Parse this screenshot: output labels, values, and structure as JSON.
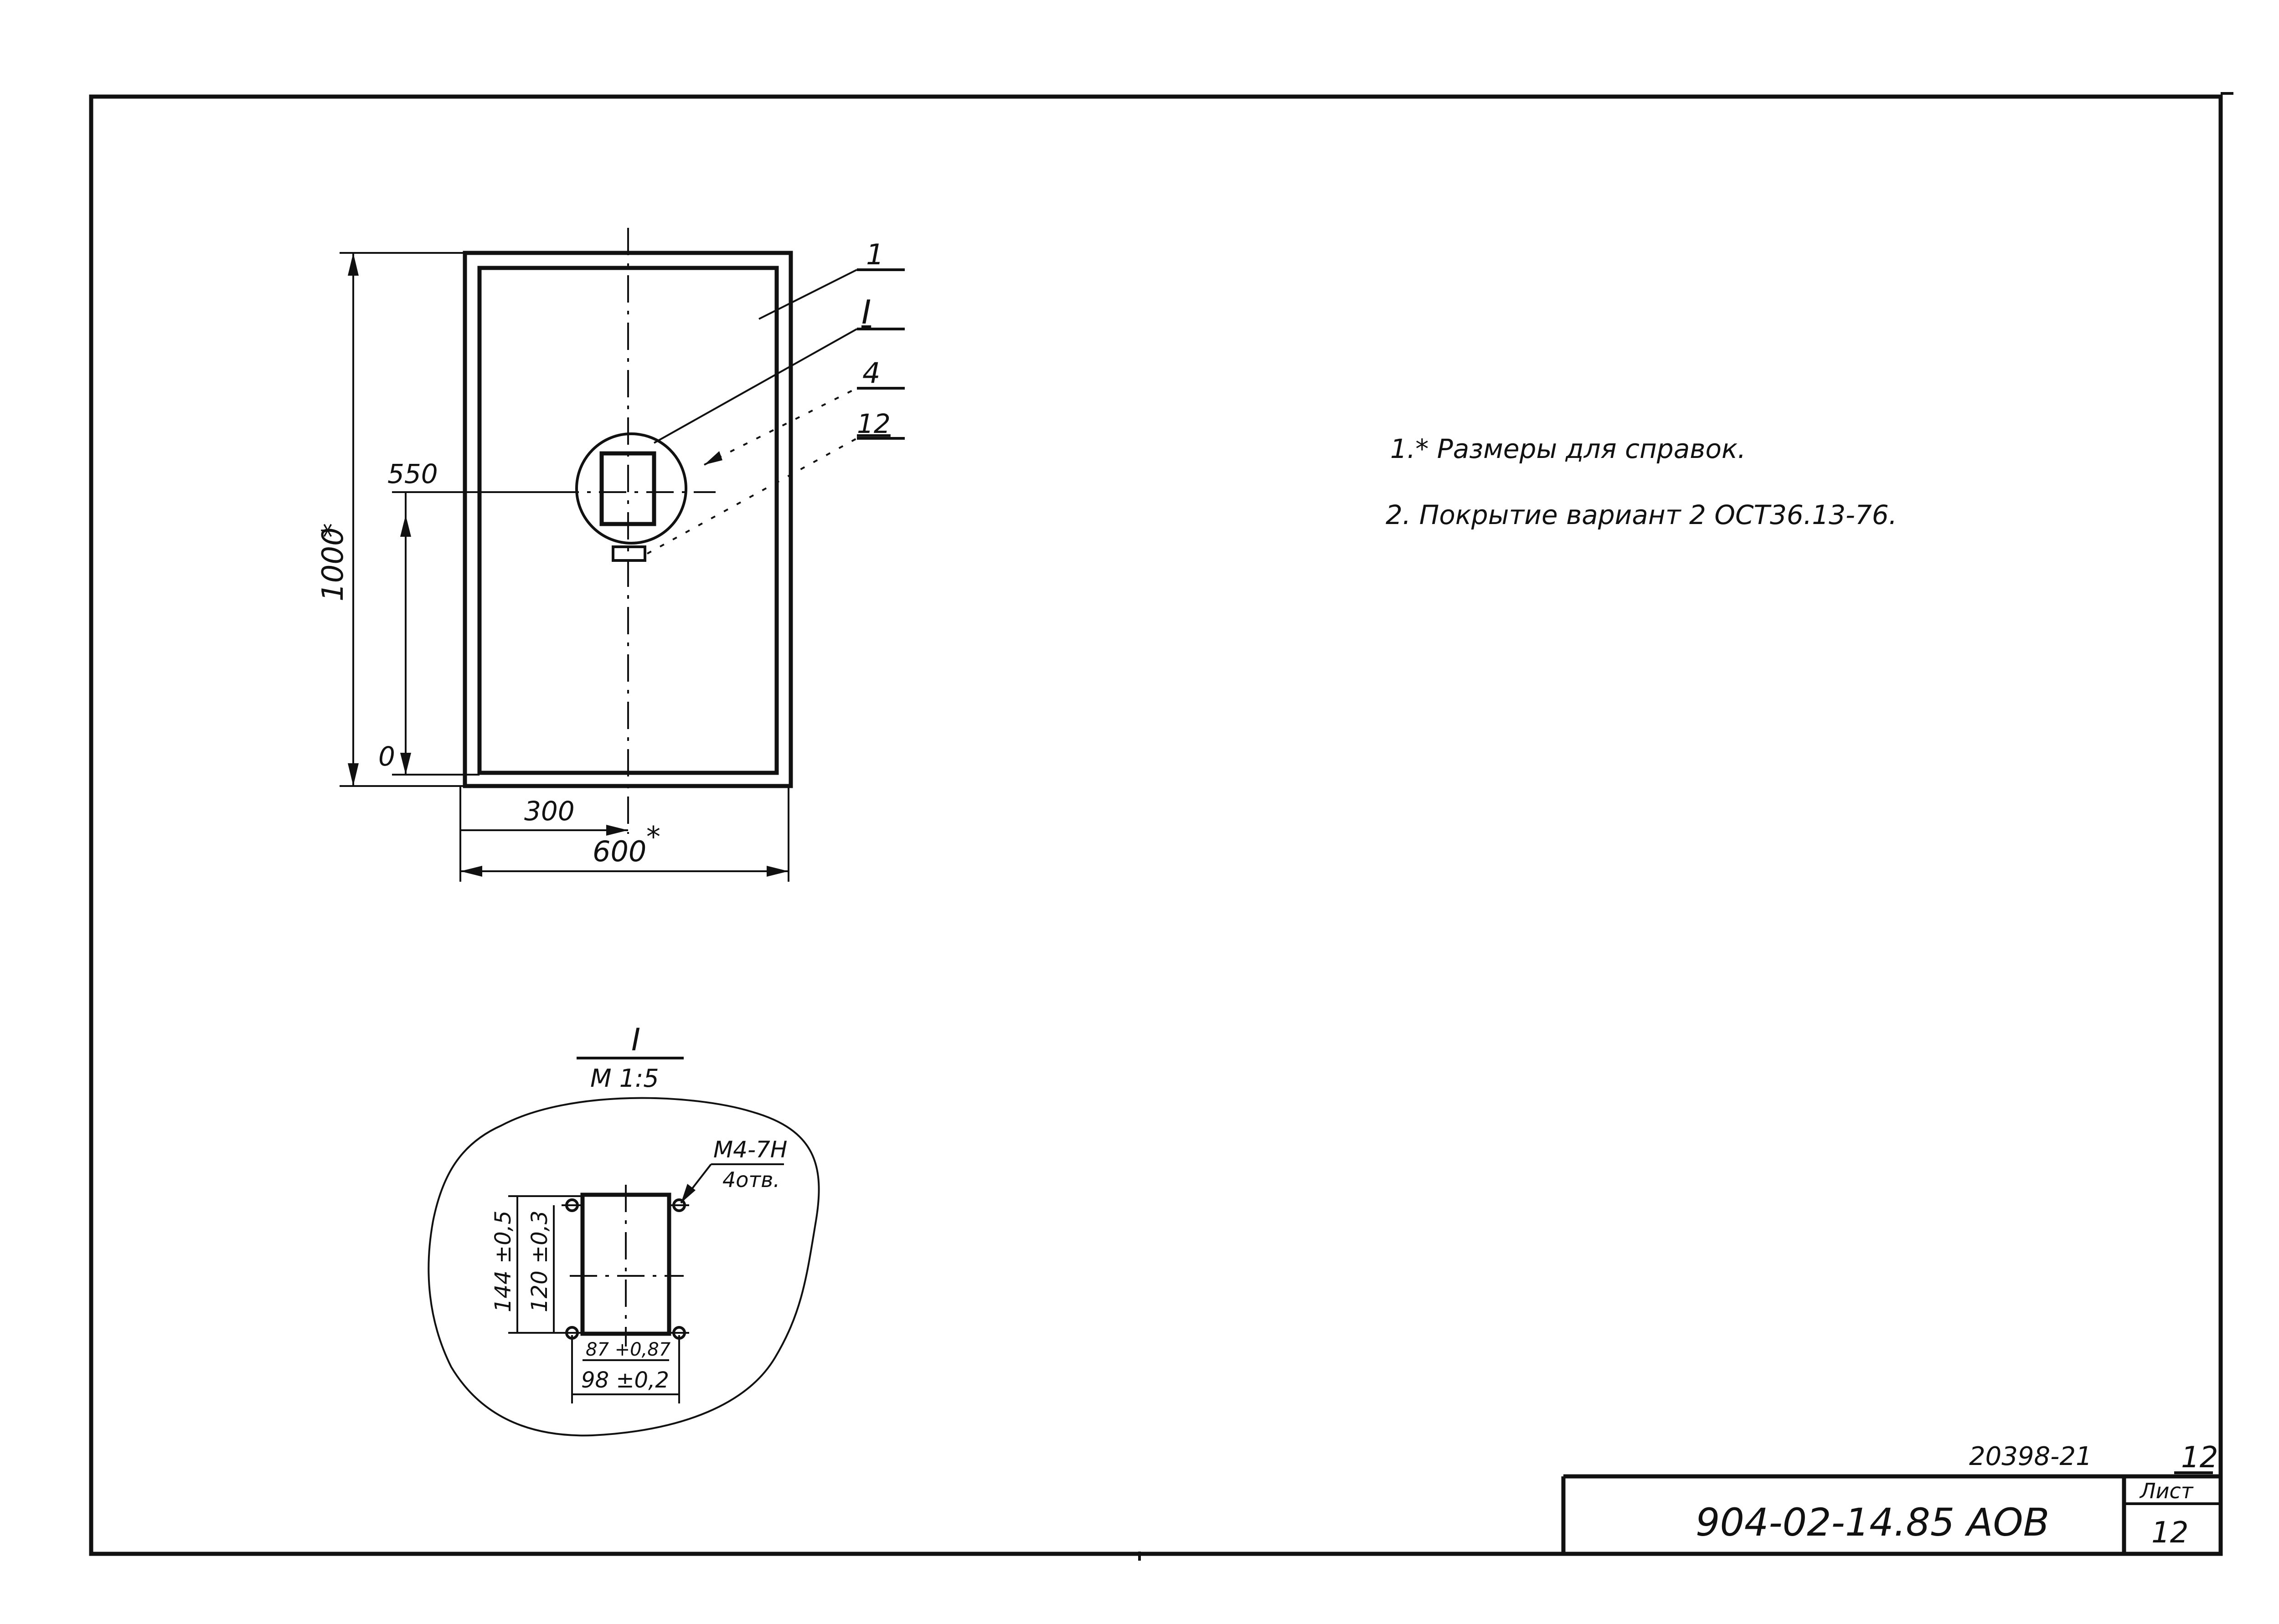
{
  "drawing": {
    "main_view": {
      "dim_height": "1000",
      "dim_height_mark": "*",
      "dim_width": "600",
      "dim_width_mark": "*",
      "dim_half_width": "300",
      "dim_level_top": "550",
      "dim_level_bottom": "0"
    },
    "callouts": [
      "1",
      "I",
      "4",
      "12"
    ],
    "detail_view": {
      "title": "I",
      "scale": "М 1:5",
      "thread_label": "М4-7Н",
      "holes_label": "4отв.",
      "dim_outer_height": "144 ±0,5",
      "dim_inner_height": "120 ±0,3",
      "dim_inner_width": "87 +0,87",
      "dim_outer_width": "98 ±0,2"
    }
  },
  "notes": [
    "1.* Размеры для справок.",
    "2. Покрытие  вариант 2  ОСТ36.13-76."
  ],
  "title_block": {
    "stamp_number": "20398-21",
    "document_code": "904-02-14.85 АОВ",
    "sheet_label": "Лист",
    "sheet_number": "12",
    "sheet_number_top": "12"
  }
}
